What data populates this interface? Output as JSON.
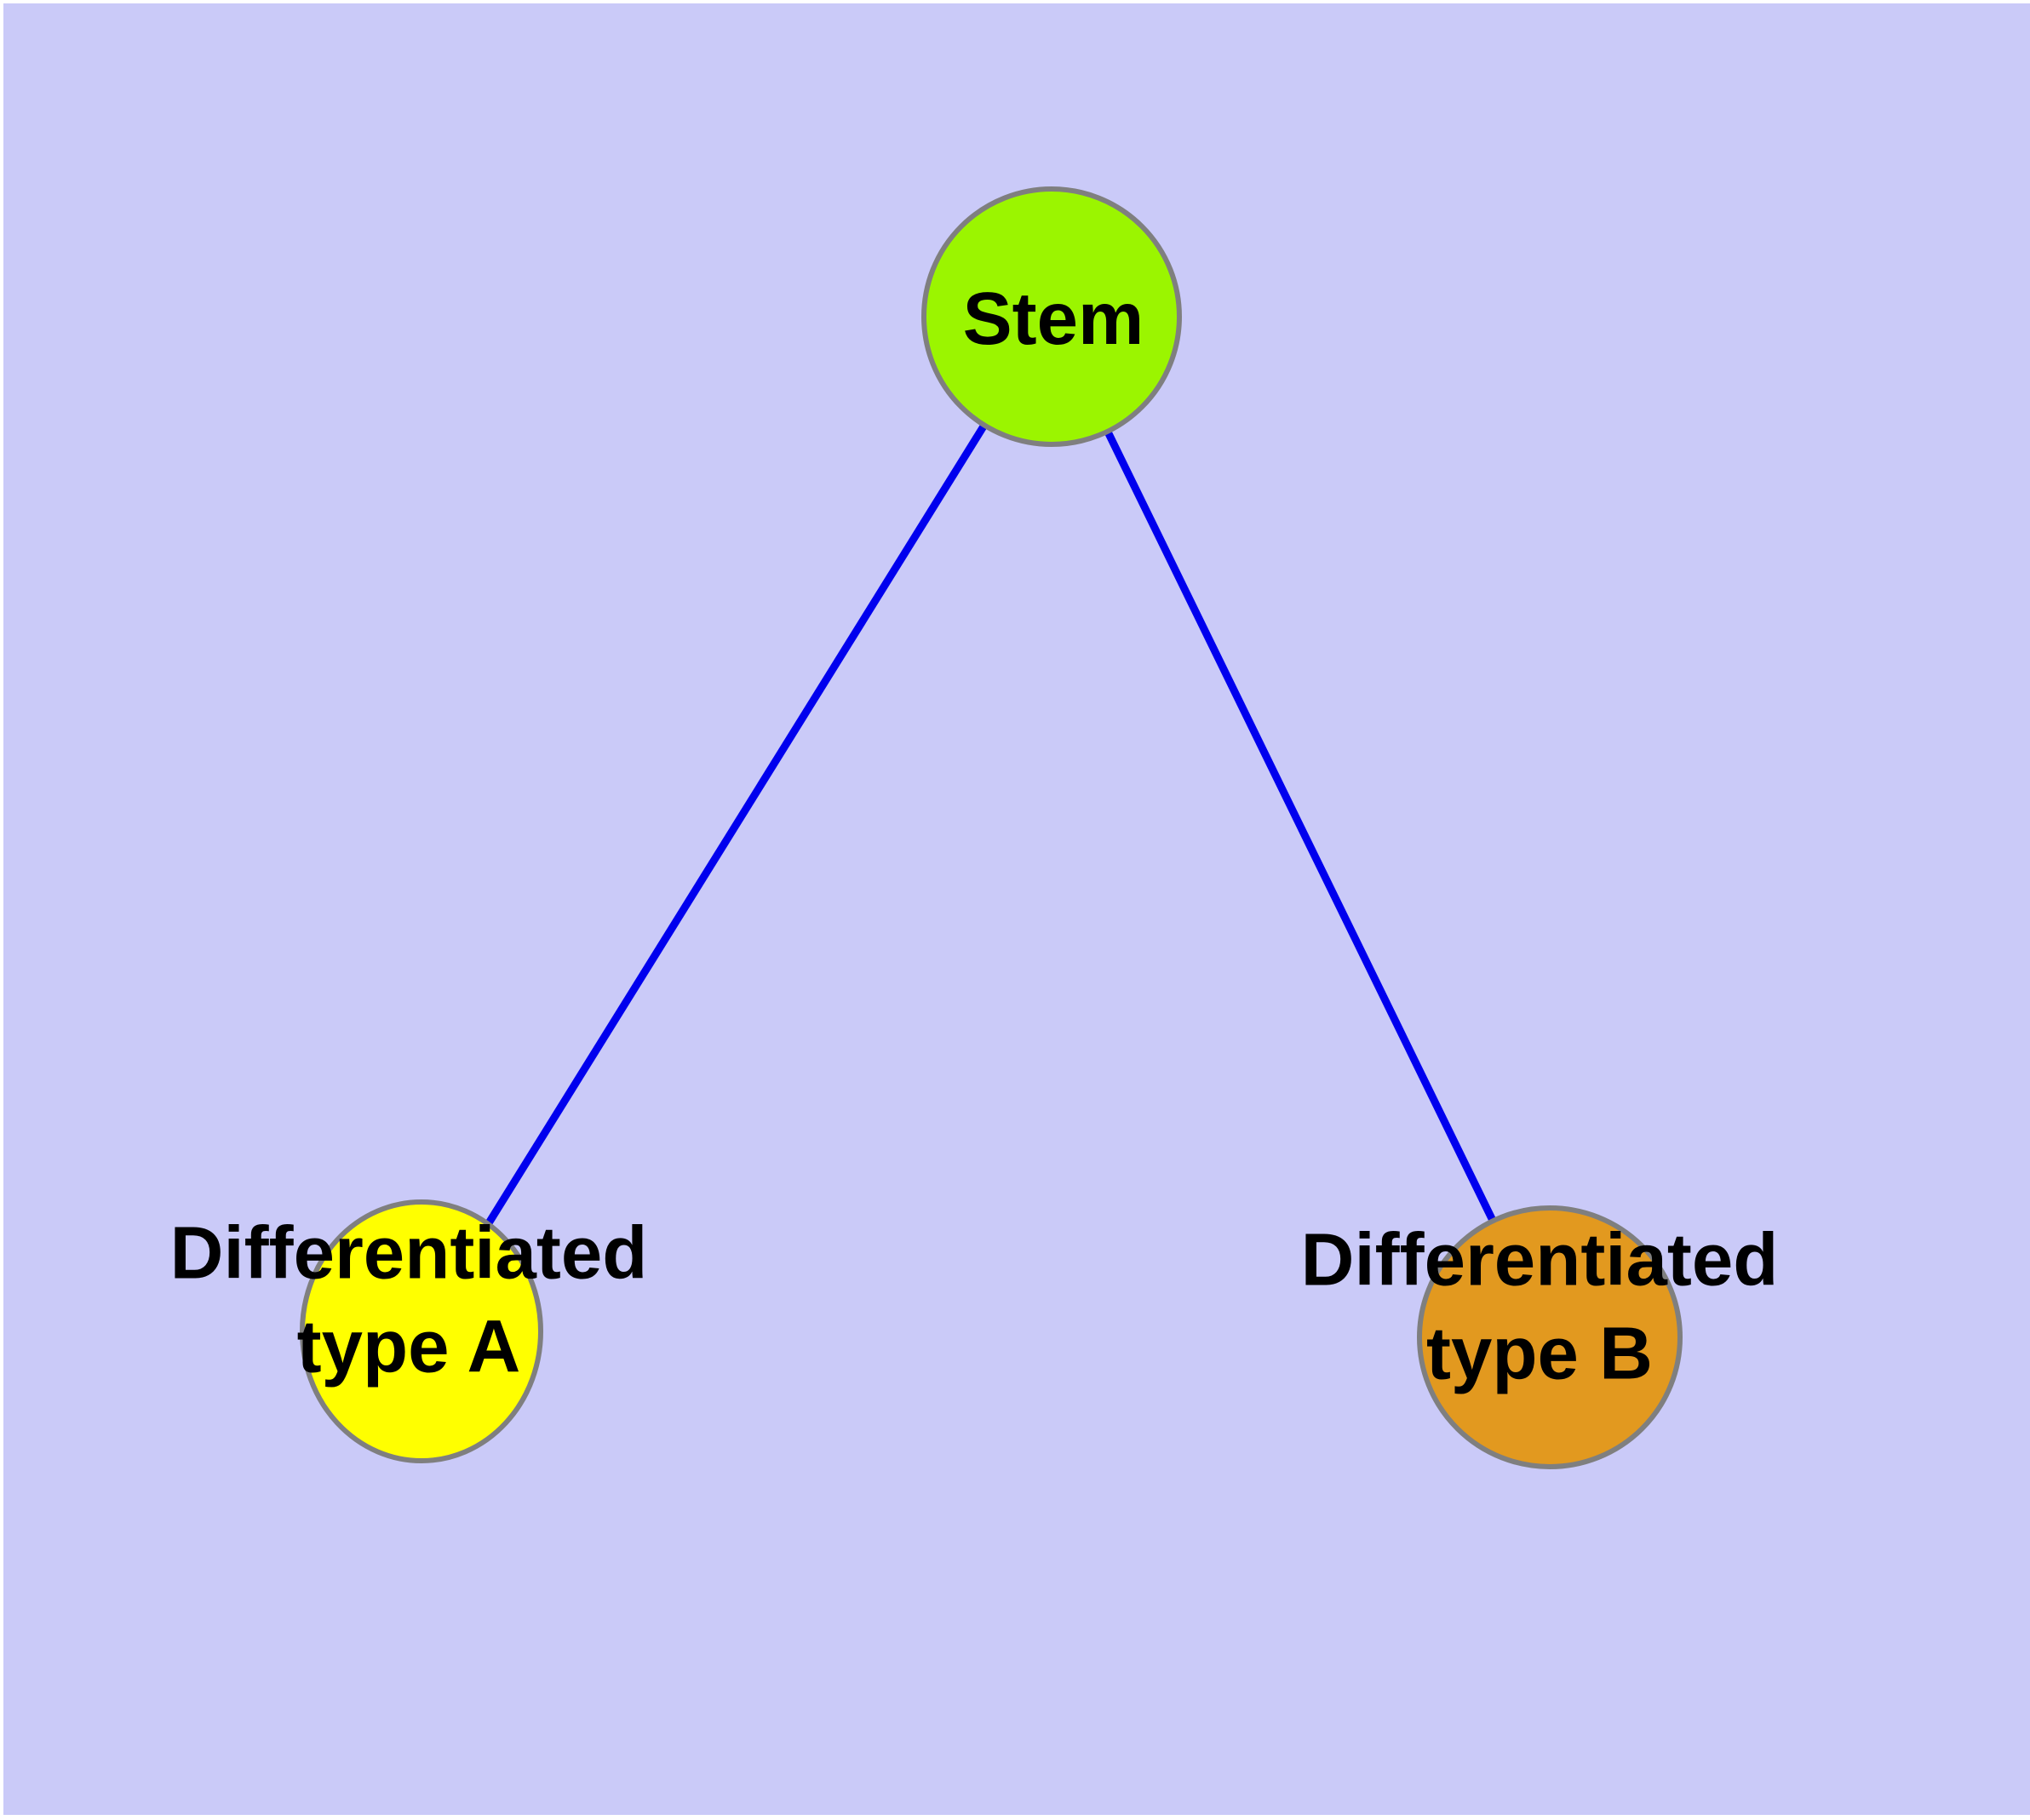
{
  "canvas": {
    "background_color": "#cacaf8",
    "frame_color": "#ffffff"
  },
  "diagram": {
    "edge_color": "#0000ee",
    "edge_width": 9,
    "node_border_color": "#7f7f7f",
    "label_color": "#000000",
    "nodes": {
      "stem": {
        "id": "stem",
        "label": "Stem",
        "fill": "#9bf500"
      },
      "type_a": {
        "id": "type_a",
        "label": "Differentiated\ntype A",
        "fill": "#ffff00"
      },
      "type_b": {
        "id": "type_b",
        "label": "Differentiated\ntype B",
        "fill": "#e2991f"
      }
    },
    "edges": [
      {
        "from": "stem",
        "to": "type_a"
      },
      {
        "from": "stem",
        "to": "type_b"
      }
    ]
  }
}
